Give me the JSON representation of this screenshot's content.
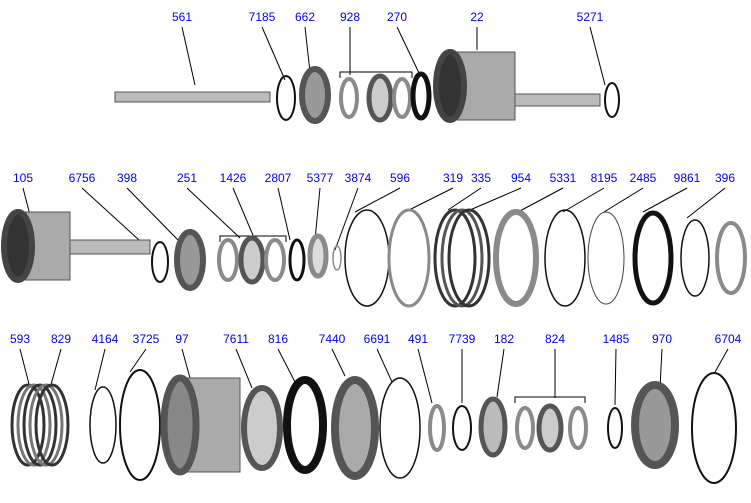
{
  "rows": [
    {
      "labels": [
        "561",
        "7185",
        "662",
        "928",
        "270",
        "22",
        "5271"
      ]
    },
    {
      "labels": [
        "105",
        "6756",
        "398",
        "251",
        "1426",
        "2807",
        "5377",
        "3874",
        "596",
        "319",
        "335",
        "954",
        "5331",
        "8195",
        "2485",
        "9861",
        "396"
      ]
    },
    {
      "labels": [
        "593",
        "829",
        "4164",
        "3725",
        "97",
        "7611",
        "816",
        "7440",
        "6691",
        "491",
        "7739",
        "182",
        "824",
        "1485",
        "970",
        "6704"
      ]
    }
  ],
  "colors": {
    "label": "#0000ee",
    "part": "#8a8a8a",
    "dark": "#111111"
  }
}
